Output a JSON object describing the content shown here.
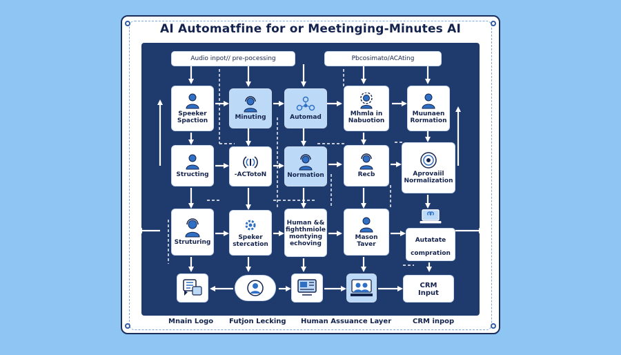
{
  "diagram": {
    "title": "AI Automatfine for or Meetinging-Minutes AI",
    "headers": [
      {
        "id": "audio",
        "label": "Audio inpot// pre-pocessing"
      },
      {
        "id": "process",
        "label": "Pbcosimato/ACAting"
      }
    ],
    "nodes": [
      {
        "id": "speaker-separation",
        "label": "Speeker\nSpaction",
        "icon": "person-icon"
      },
      {
        "id": "minuting",
        "label": "Minuting",
        "icon": "person-headset-icon"
      },
      {
        "id": "automad",
        "label": "Automad",
        "icon": "network-icon"
      },
      {
        "id": "mhmla-nabuotion",
        "label": "Mhmla in\nNabuotion",
        "icon": "person-gear-icon"
      },
      {
        "id": "muunaen-rormation",
        "label": "Muunaen\nRormation",
        "icon": "person-icon"
      },
      {
        "id": "structing",
        "label": "Structing",
        "icon": "person-icon"
      },
      {
        "id": "actoton",
        "label": "-ACTotoN",
        "icon": "sound-icon"
      },
      {
        "id": "normation",
        "label": "Normation",
        "icon": "person-headset-icon"
      },
      {
        "id": "recb",
        "label": "Recb",
        "icon": "person-headset-icon"
      },
      {
        "id": "approval",
        "label": "Aprovaiil\nNormalization",
        "icon": "target-icon"
      },
      {
        "id": "structuring",
        "label": "Struturing",
        "icon": "person-headset-icon"
      },
      {
        "id": "speaker-stercation",
        "label": "Speker\nstercation",
        "icon": "gear-icon"
      },
      {
        "id": "human-monitoring",
        "label": "Human &&\nfighthmiole\nmontying\nechoving",
        "icon": "none"
      },
      {
        "id": "mason-taver",
        "label": "Mason\nTaver",
        "icon": "person-icon"
      },
      {
        "id": "autatate",
        "label": "Autatate\ncompration",
        "icon": "laptop-icon"
      },
      {
        "id": "crm-input",
        "label": "CRM\nInput",
        "icon": "none"
      }
    ],
    "footer_labels": [
      "Mnain Logo",
      "Futjon Lecking",
      "Human Assuance Layer",
      "CRM inpop"
    ]
  },
  "colors": {
    "background": "#8ec5f2",
    "panel": "#1f3a6c",
    "accent": "#2f6fc4",
    "text": "#14234d",
    "light_box": "#bcdaf7"
  }
}
